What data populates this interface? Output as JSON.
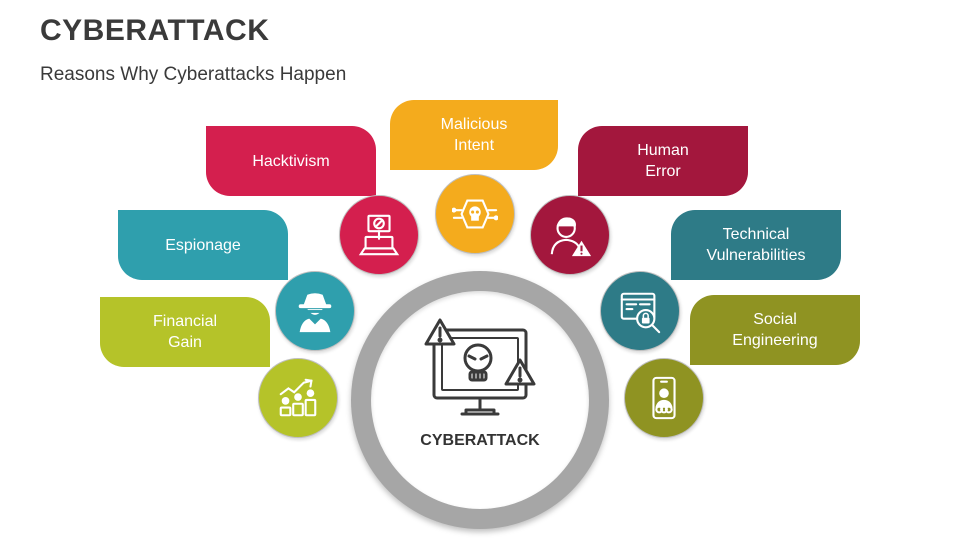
{
  "header": {
    "title": "CYBERATTACK",
    "subtitle": "Reasons Why Cyberattacks Happen"
  },
  "hub": {
    "label": "CYBERATTACK",
    "icon": "computer-warning-icon",
    "ring_color": "#a6a6a6"
  },
  "reasons": [
    {
      "label": "Financial\nGain",
      "color": "#b5c329",
      "icon": "money-growth-icon"
    },
    {
      "label": "Espionage",
      "color": "#2f9fad",
      "icon": "spy-icon"
    },
    {
      "label": "Hacktivism",
      "color": "#d41f4e",
      "icon": "protest-laptop-icon"
    },
    {
      "label": "Malicious\nIntent",
      "color": "#f4ab1d",
      "icon": "skull-chip-icon"
    },
    {
      "label": "Human\nError",
      "color": "#a3173d",
      "icon": "person-warning-icon"
    },
    {
      "label": "Technical\nVulnerabilities",
      "color": "#2e7b87",
      "icon": "code-lock-icon"
    },
    {
      "label": "Social\nEngineering",
      "color": "#8f9322",
      "icon": "phone-hacker-icon"
    }
  ]
}
